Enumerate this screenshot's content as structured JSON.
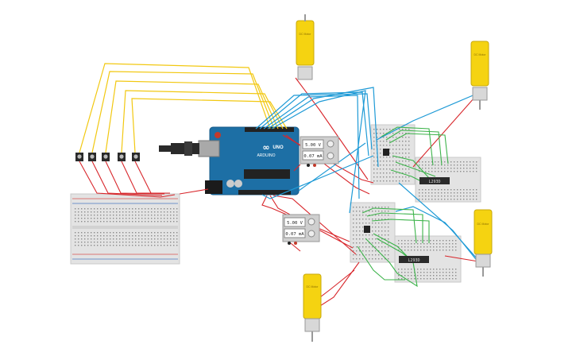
{
  "board": {
    "brand": "ARDUINO",
    "model": "UNO"
  },
  "meters": [
    {
      "voltage": "5.00 V",
      "current": "0.07 mA"
    },
    {
      "voltage": "5.00 V",
      "current": "0.07 mA"
    }
  ],
  "chips": [
    {
      "label": "L293D"
    },
    {
      "label": "L293D"
    }
  ],
  "motors": [
    {
      "label": "DC Motor"
    },
    {
      "label": "DC Motor"
    },
    {
      "label": "DC Motor"
    },
    {
      "label": "DC Motor"
    }
  ],
  "wire_colors": {
    "signal": "#f2c811",
    "control": "#1e9ad6",
    "power": "#d8262b",
    "ground": "#3cb34a"
  },
  "sensors": {
    "count": 5
  }
}
